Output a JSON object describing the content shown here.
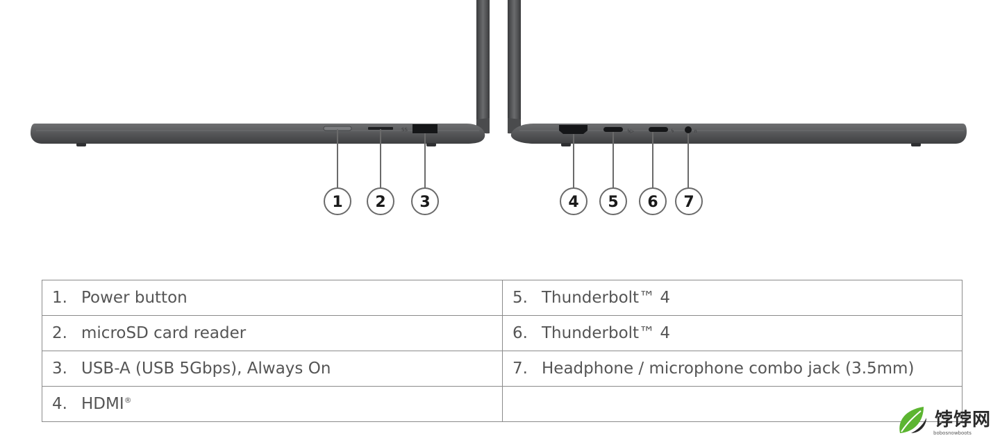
{
  "callouts": {
    "left": [
      "1",
      "2",
      "3"
    ],
    "right": [
      "4",
      "5",
      "6",
      "7"
    ]
  },
  "ports": [
    [
      {
        "num": "1.",
        "label": "Power button"
      },
      {
        "num": "5.",
        "label": "Thunderbolt™ 4"
      }
    ],
    [
      {
        "num": "2.",
        "label": "microSD card reader"
      },
      {
        "num": "6.",
        "label": "Thunderbolt™ 4"
      }
    ],
    [
      {
        "num": "3.",
        "label": "USB-A (USB 5Gbps), Always On"
      },
      {
        "num": "7.",
        "label": "Headphone / microphone combo jack (3.5mm)"
      }
    ],
    [
      {
        "num": "4.",
        "label": "HDMI",
        "sup": "®"
      },
      {
        "num": "",
        "label": ""
      }
    ]
  ],
  "watermark": {
    "text": "饽饽网",
    "sub": "bobosnowboots"
  },
  "colors": {
    "chassis": "#5b5c5e",
    "chassis_dark": "#3f4042",
    "callout_stroke": "#6a6a6a",
    "callout_text": "#1a1a1a",
    "table_border": "#8a8a8a",
    "table_text": "#555555",
    "logo_green": "#5cb531"
  }
}
